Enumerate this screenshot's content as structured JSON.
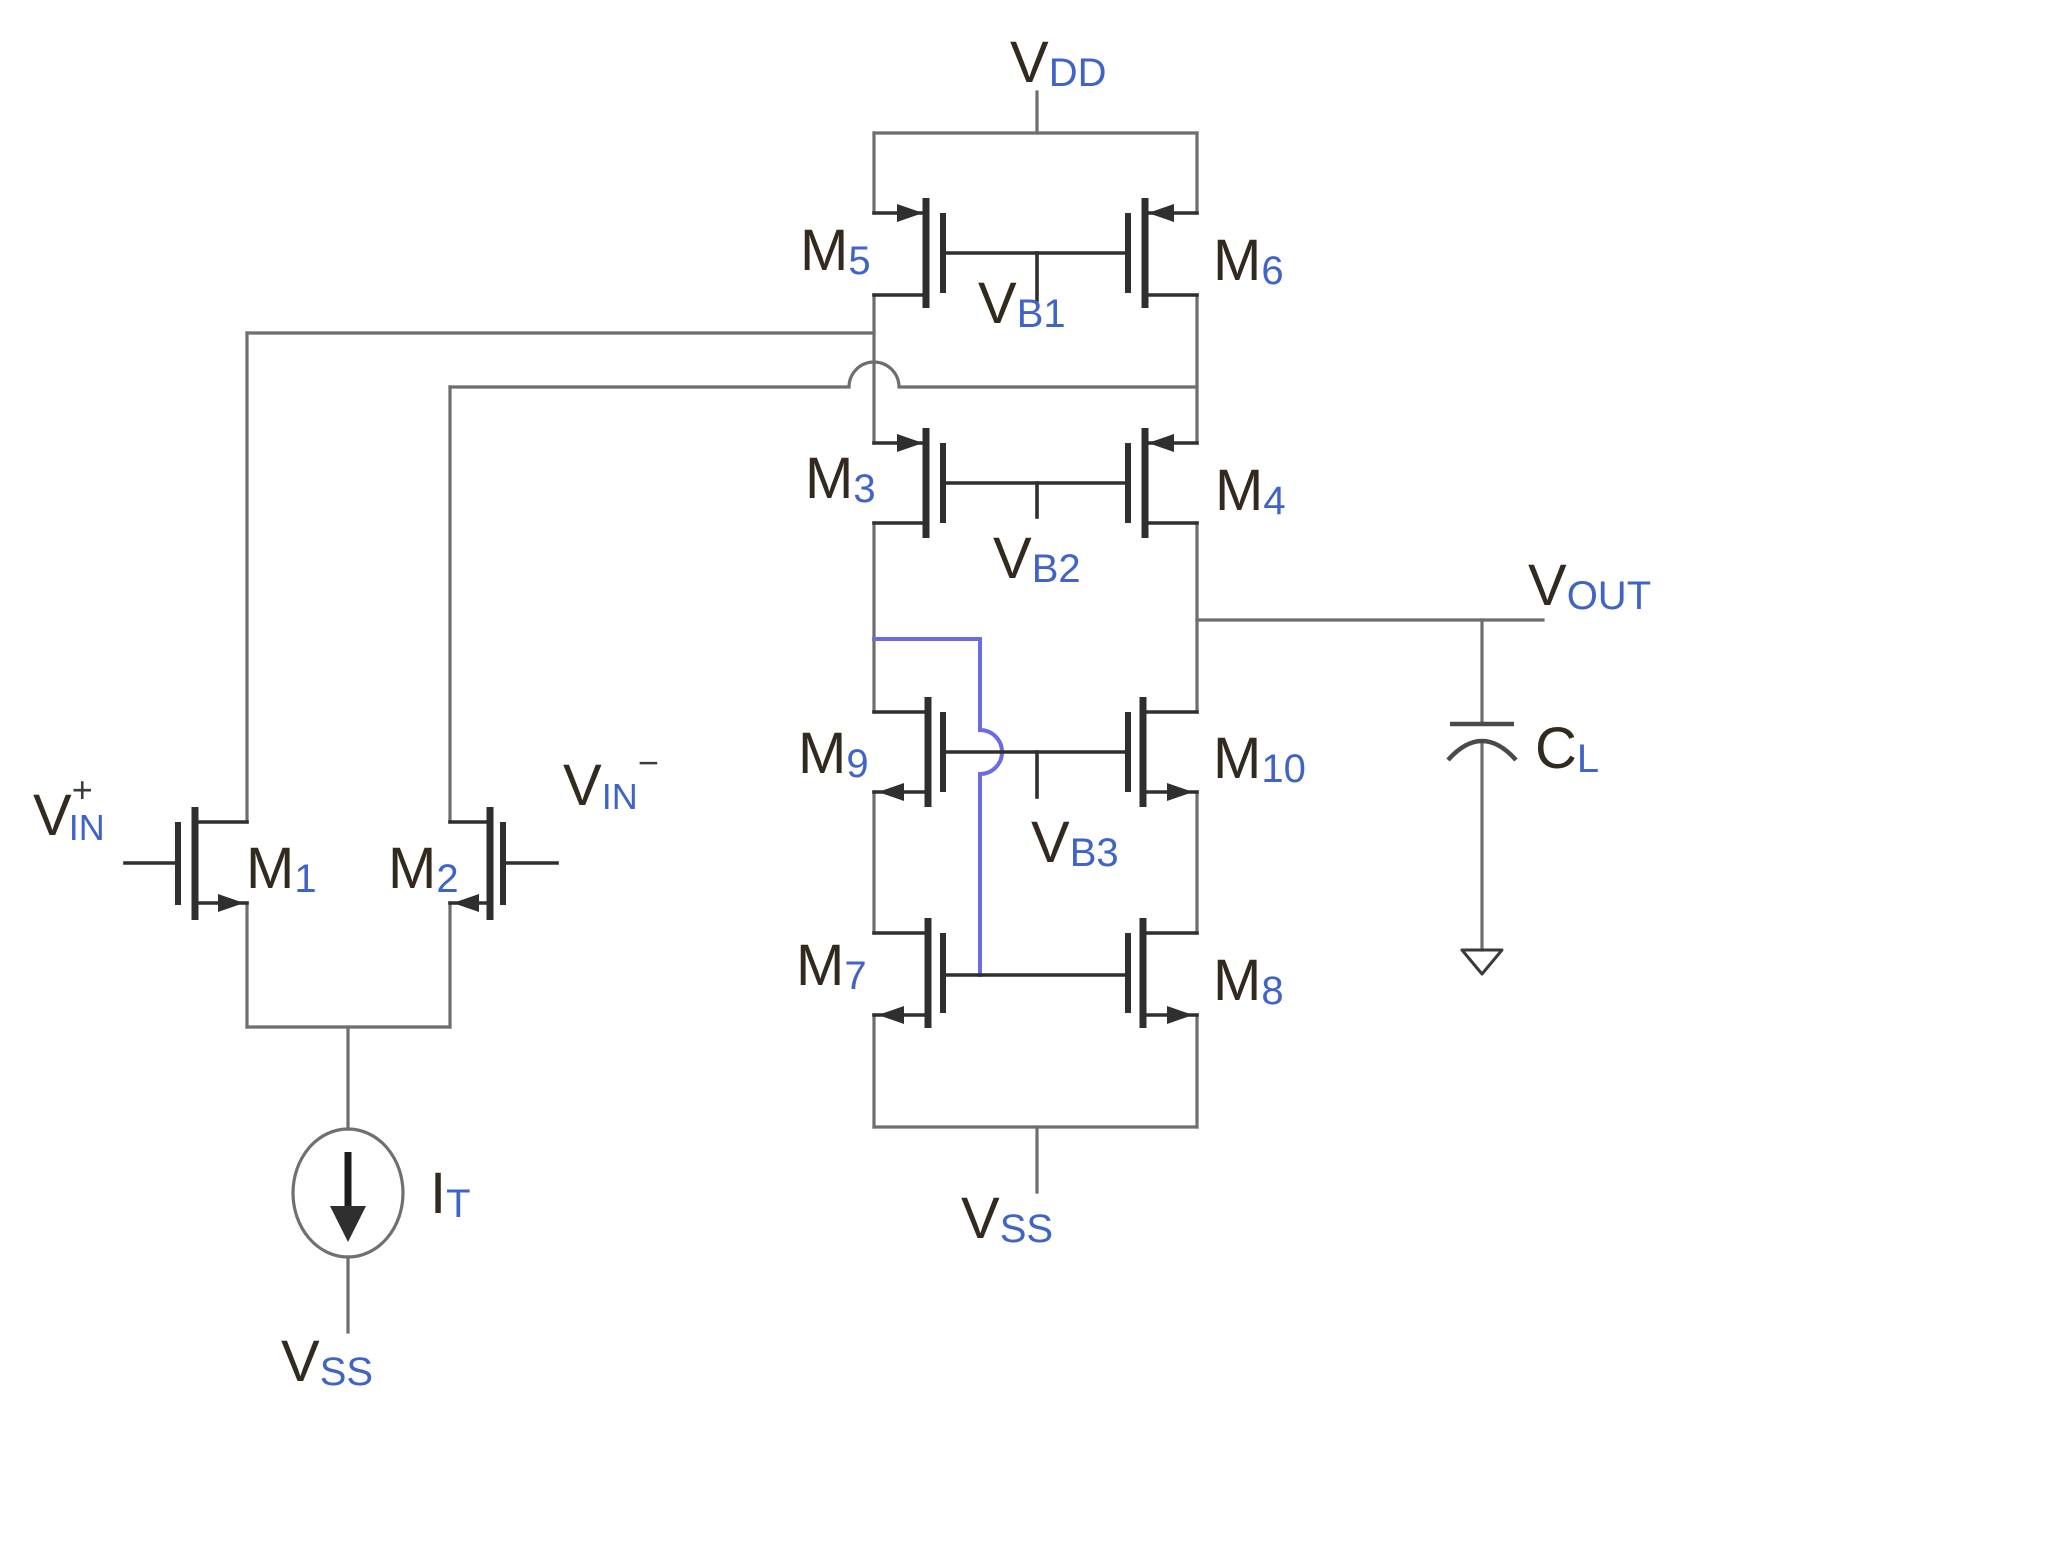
{
  "diagram": {
    "kind": "transistor-level-op-amp-schematic",
    "highlighted_net_color": "#6b6be6"
  },
  "colors": {
    "wire": "#6e6e6e",
    "symbol": "#2f2f2f",
    "highlight_net": "#6b6be6",
    "label_main": "#32291f",
    "label_sub": "#3f63c6",
    "background": "#ffffff"
  },
  "labels": {
    "vdd": {
      "main": "V",
      "sub": "DD"
    },
    "vss_mid": {
      "main": "V",
      "sub": "SS"
    },
    "vss_tail": {
      "main": "V",
      "sub": "SS"
    },
    "vout": {
      "main": "V",
      "sub": "OUT"
    },
    "vin_plus": {
      "main": "V",
      "sub": "IN",
      "sup": "+"
    },
    "vin_minus": {
      "main": "V",
      "sub": "IN",
      "sup": "−"
    },
    "vb1": {
      "main": "V",
      "sub": "B1"
    },
    "vb2": {
      "main": "V",
      "sub": "B2"
    },
    "vb3": {
      "main": "V",
      "sub": "B3"
    },
    "cl": {
      "main": "C",
      "sub": "L"
    },
    "it": {
      "main": "I",
      "sub": "T"
    },
    "m1": {
      "main": "M",
      "sub": "1"
    },
    "m2": {
      "main": "M",
      "sub": "2"
    },
    "m3": {
      "main": "M",
      "sub": "3"
    },
    "m4": {
      "main": "M",
      "sub": "4"
    },
    "m5": {
      "main": "M",
      "sub": "5"
    },
    "m6": {
      "main": "M",
      "sub": "6"
    },
    "m7": {
      "main": "M",
      "sub": "7"
    },
    "m8": {
      "main": "M",
      "sub": "8"
    },
    "m9": {
      "main": "M",
      "sub": "9"
    },
    "m10": {
      "main": "M",
      "sub": "10"
    }
  },
  "components": {
    "transistors": [
      "M1",
      "M2",
      "M3",
      "M4",
      "M5",
      "M6",
      "M7",
      "M8",
      "M9",
      "M10"
    ],
    "pmos_devices": [
      "M3",
      "M4",
      "M5",
      "M6"
    ],
    "nmos_devices": [
      "M1",
      "M2",
      "M7",
      "M8",
      "M9",
      "M10"
    ],
    "bias_nodes": [
      "VB1",
      "VB2",
      "VB3"
    ],
    "supplies": [
      "VDD",
      "VSS"
    ],
    "inputs": [
      "VIN+",
      "VIN−"
    ],
    "output": "VOUT",
    "load_capacitor": "CL",
    "tail_current_source": "IT"
  }
}
